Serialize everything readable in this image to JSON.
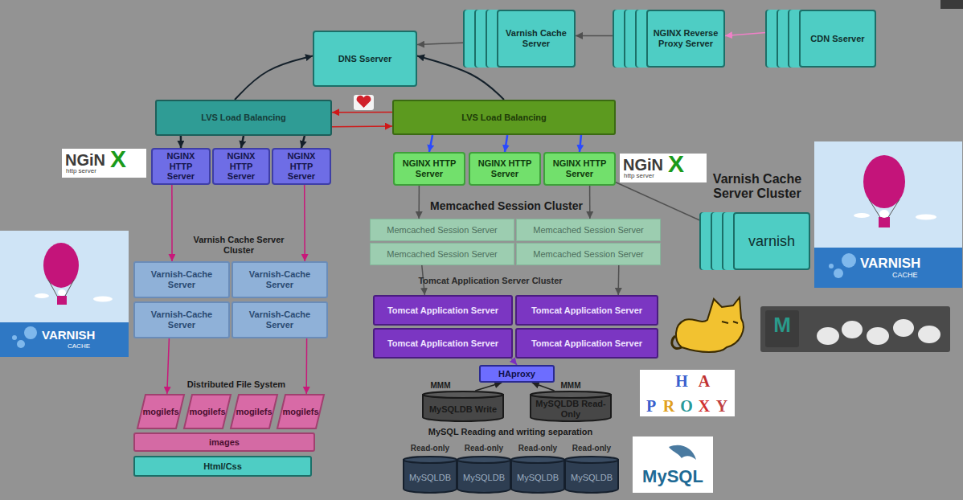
{
  "diagram": {
    "nodes": [
      {
        "text": [
          "Varnish Cache Server"
        ]
      },
      {
        "text": [
          "NGINX Reverse Proxy Server"
        ]
      },
      {
        "text": [
          "CDN Sserver"
        ]
      },
      {
        "text": [
          "DNS Sserver"
        ]
      },
      {
        "text": [
          "LVS Load Balancing"
        ]
      },
      {
        "text": [
          "LVS Load Balancing"
        ]
      },
      {
        "text": [
          "NGINX HTTP Server"
        ]
      },
      {
        "text": [
          "NGINX HTTP Server"
        ]
      },
      {
        "text": [
          "NGINX HTTP Server"
        ]
      },
      {
        "text": [
          "NGINX HTTP Server"
        ]
      },
      {
        "text": [
          "NGINX HTTP Server"
        ]
      },
      {
        "text": [
          "NGINX HTTP Server"
        ]
      },
      {
        "text": [
          "Varnish-Cache Server"
        ]
      },
      {
        "text": [
          "Varnish-Cache Server"
        ]
      },
      {
        "text": [
          "Varnish-Cache Server"
        ]
      },
      {
        "text": [
          "Varnish-Cache Server"
        ]
      },
      {
        "text": [
          "Memcached Session Server"
        ]
      },
      {
        "text": [
          "Memcached Session Server"
        ]
      },
      {
        "text": [
          "Memcached Session Server"
        ]
      },
      {
        "text": [
          "Memcached Session Server"
        ]
      },
      {
        "text": [
          "varnish"
        ]
      },
      {
        "text": [
          "Tomcat Application Server"
        ]
      },
      {
        "text": [
          "Tomcat Application Server"
        ]
      },
      {
        "text": [
          "Tomcat Application Server"
        ]
      },
      {
        "text": [
          "Tomcat Application Server"
        ]
      },
      {
        "text": [
          "HAproxy"
        ]
      },
      {
        "text": [
          "MySQLDB Write"
        ]
      },
      {
        "text": [
          "MySQLDB Read-Only"
        ]
      },
      {
        "text": [
          "MySQLDB"
        ]
      },
      {
        "text": [
          "MySQLDB"
        ]
      },
      {
        "text": [
          "MySQLDB"
        ]
      },
      {
        "text": [
          "MySQLDB"
        ]
      },
      {
        "text": [
          "mogilefs"
        ]
      },
      {
        "text": [
          "mogilefs"
        ]
      },
      {
        "text": [
          "mogilefs"
        ]
      },
      {
        "text": [
          "mogilefs"
        ]
      },
      {
        "text": [
          "images"
        ]
      },
      {
        "text": [
          "Html/Css"
        ]
      }
    ],
    "edges": [
      {
        "from": 0,
        "to": 3,
        "arrow": "to"
      },
      {
        "from": 1,
        "to": 0,
        "arrow": "to"
      },
      {
        "from": 2,
        "to": 1,
        "arrow": "to"
      },
      {
        "from": 4,
        "to": 3,
        "arrow": "to"
      },
      {
        "from": 5,
        "to": 3,
        "arrow": "to"
      },
      {
        "from": 5,
        "to": 4,
        "arrow": "to"
      },
      {
        "from": 4,
        "to": 5,
        "arrow": "to"
      },
      {
        "from": 4,
        "to": 6,
        "arrow": "to"
      },
      {
        "from": 4,
        "to": 7,
        "arrow": "to"
      },
      {
        "from": 4,
        "to": 8,
        "arrow": "to"
      },
      {
        "from": 5,
        "to": 9,
        "arrow": "to"
      },
      {
        "from": 5,
        "to": 10,
        "arrow": "to"
      },
      {
        "from": 5,
        "to": 11,
        "arrow": "to"
      },
      {
        "from": 6,
        "to": 12,
        "arrow": "to"
      },
      {
        "from": 8,
        "to": 13,
        "arrow": "to"
      },
      {
        "from": 14,
        "to": 32,
        "arrow": "to"
      },
      {
        "from": 15,
        "to": 35,
        "arrow": "to"
      },
      {
        "from": 9,
        "to": 16,
        "arrow": "to"
      },
      {
        "from": 11,
        "to": 17,
        "arrow": "to"
      },
      {
        "from": 11,
        "to": 20,
        "arrow": "to"
      },
      {
        "from": 18,
        "to": 21,
        "arrow": "to"
      },
      {
        "from": 19,
        "to": 22,
        "arrow": "to"
      },
      {
        "from": 23,
        "to": 25,
        "arrow": "to"
      },
      {
        "from": 26,
        "to": 25,
        "arrow": "to"
      },
      {
        "from": 27,
        "to": 25,
        "arrow": "to"
      }
    ],
    "labels": [
      "Varnish Cache Server Cluster",
      "NGiN",
      "X",
      "http server",
      "NGiN",
      "X",
      "http server",
      "Memcached Session Cluster",
      "Varnish Cache Server Cluster",
      "Tomcat Application Server Cluster",
      "Distributed File System",
      "MMM",
      "MMM",
      "MySQL Reading and writing separation",
      "Read-only",
      "Read-only",
      "Read-only",
      "Read-only",
      "VARNISH",
      "CACHE",
      "VARNISH",
      "CACHE",
      "H",
      "A",
      "P",
      "R",
      "O",
      "X",
      "Y",
      "MySQL",
      "M"
    ]
  }
}
